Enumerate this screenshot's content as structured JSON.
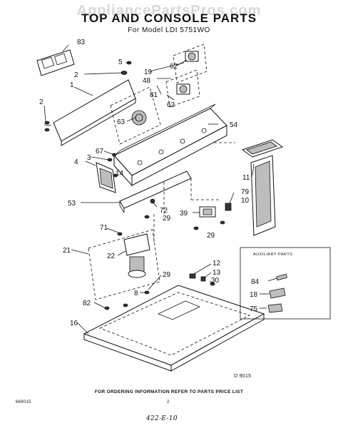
{
  "watermark": "AppliancePartsPros.com",
  "title": "TOP AND CONSOLE PARTS",
  "subtitle": "For Model LDI 5751WO",
  "labels": {
    "p83": "83",
    "p5": "5",
    "p19": "19",
    "p62a": "62",
    "p48": "48",
    "p81": "81",
    "p62b": "62",
    "p2a": "2",
    "p1": "1",
    "p2b": "2",
    "p63": "63",
    "p54": "54",
    "p67": "67",
    "p3": "3",
    "p4": "4",
    "p14": "14",
    "p11": "11",
    "p79": "79",
    "p10": "10",
    "p53": "53",
    "p72": "72",
    "p29a": "29",
    "p39": "39",
    "p29b": "29",
    "p71": "71",
    "p21": "21",
    "p22": "22",
    "p12": "12",
    "p13": "13",
    "p30": "30",
    "p29c": "29",
    "p8": "8",
    "p82": "82",
    "p16": "16",
    "p84": "84",
    "p18": "18",
    "p75": "75"
  },
  "aux_title": "AUXILIARY PARTS",
  "diagram_code": "D 9015",
  "ordering_note": "FOR ORDERING INFORMATION REFER TO PARTS PRICE LIST",
  "footer_left": "669015",
  "footer_page": "2",
  "handwritten_note": "422-E-10"
}
